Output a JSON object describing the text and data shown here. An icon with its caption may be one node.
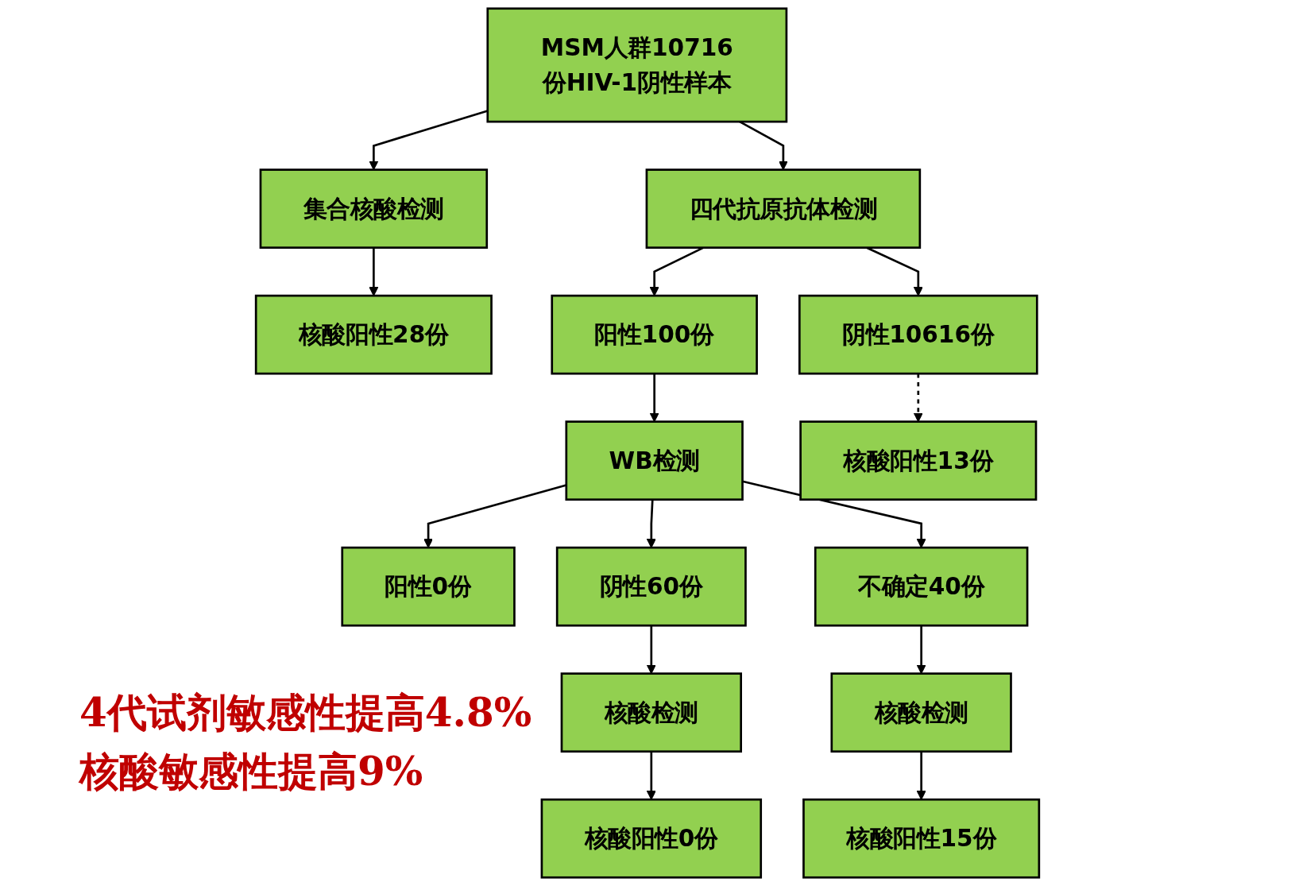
{
  "diagram": {
    "nodes": [
      {
        "text": [
          "MSM人群10716份HIV-1阴性样本"
        ]
      },
      {
        "text": [
          "集合核酸检测"
        ]
      },
      {
        "text": [
          "四代抗原抗体检测"
        ]
      },
      {
        "text": [
          "核酸阳性28份"
        ]
      },
      {
        "text": [
          "阳性100份"
        ]
      },
      {
        "text": [
          "阴性10616份"
        ]
      },
      {
        "text": [
          "WB检测"
        ]
      },
      {
        "text": [
          "阳性0份"
        ]
      },
      {
        "text": [
          "阴性60份"
        ]
      },
      {
        "text": [
          "不确定40份"
        ]
      },
      {
        "text": [
          "核酸检测"
        ]
      },
      {
        "text": [
          "核酸检测"
        ]
      },
      {
        "text": [
          "核酸阳性0份"
        ]
      },
      {
        "text": [
          "核酸阳性15份"
        ]
      },
      {
        "text": [
          "核酸阳性13份"
        ]
      }
    ],
    "edges": [
      {
        "from": 0,
        "to": 1,
        "arrow": "to"
      },
      {
        "from": 0,
        "to": 2,
        "arrow": "to"
      },
      {
        "from": 1,
        "to": 3,
        "arrow": "to"
      },
      {
        "from": 2,
        "to": 4,
        "arrow": "to"
      },
      {
        "from": 2,
        "to": 5,
        "arrow": "to"
      },
      {
        "from": 4,
        "to": 6,
        "arrow": "to"
      },
      {
        "from": 6,
        "to": 7,
        "arrow": "to"
      },
      {
        "from": 6,
        "to": 8,
        "arrow": "to"
      },
      {
        "from": 6,
        "to": 9,
        "arrow": "to"
      },
      {
        "from": 8,
        "to": 10,
        "arrow": "to"
      },
      {
        "from": 9,
        "to": 11,
        "arrow": "to"
      },
      {
        "from": 10,
        "to": 12,
        "arrow": "to"
      },
      {
        "from": 11,
        "to": 13,
        "arrow": "to"
      },
      {
        "from": 5,
        "to": 14,
        "arrow": "to",
        "style": "dashed"
      }
    ],
    "labels": [
      "4代试剂敏感性提高4.8%",
      "核酸敏感性提高9%"
    ]
  }
}
